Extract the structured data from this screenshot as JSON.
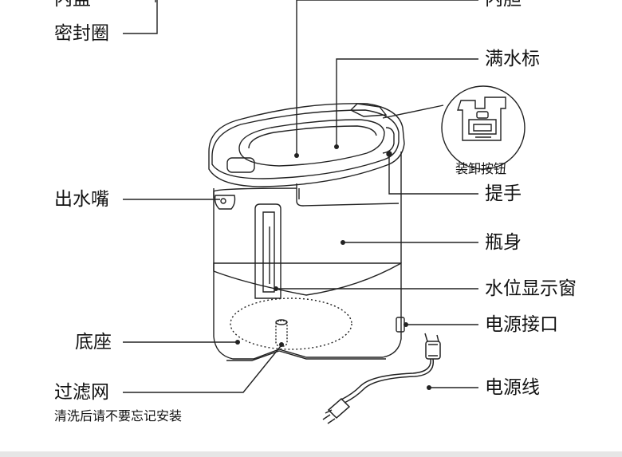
{
  "labels": {
    "lid": "内盖",
    "gasket": "密封圈",
    "inner_pot": "内胆",
    "full_mark": "满水标",
    "release_button": "装卸按钮",
    "spout": "出水嘴",
    "handle": "提手",
    "body": "瓶身",
    "water_window": "水位显示窗",
    "base": "底座",
    "power_port": "电源接口",
    "filter": "过滤网",
    "filter_note": "清洗后请不要忘记安装",
    "power_cord": "电源线"
  }
}
